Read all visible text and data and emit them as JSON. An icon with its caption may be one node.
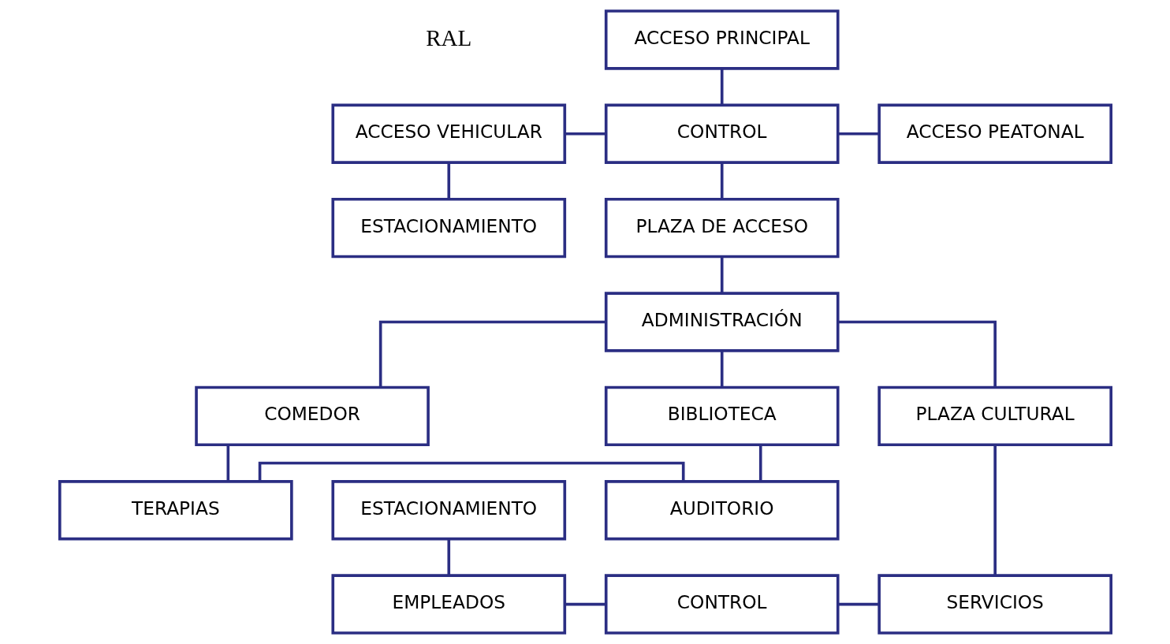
{
  "diagram": {
    "nodes": [
      {
        "text": [
          "ACCESO PRINCIPAL"
        ]
      },
      {
        "text": [
          "ACCESO VEHICULAR"
        ]
      },
      {
        "text": [
          "CONTROL"
        ]
      },
      {
        "text": [
          "ACCESO PEATONAL"
        ]
      },
      {
        "text": [
          "ESTACIONAMIENTO"
        ]
      },
      {
        "text": [
          "PLAZA DE ACCESO"
        ]
      },
      {
        "text": [
          "ADMINISTRACIÓN"
        ]
      },
      {
        "text": [
          "COMEDOR"
        ]
      },
      {
        "text": [
          "PLAZA CULTURAL"
        ]
      },
      {
        "text": [
          "BIBLIOTECA"
        ]
      },
      {
        "text": [
          "ESTACIONAMIENTO"
        ]
      },
      {
        "text": [
          "TERAPIAS"
        ]
      },
      {
        "text": [
          "AUDITORIO"
        ]
      },
      {
        "text": [
          "EMPLEADOS"
        ]
      },
      {
        "text": [
          "CONTROL"
        ]
      },
      {
        "text": [
          "SERVICIOS"
        ]
      }
    ],
    "edges": [
      {
        "from": 0,
        "to": 2,
        "arrow": "none"
      },
      {
        "from": 1,
        "to": 2,
        "arrow": "none"
      },
      {
        "from": 2,
        "to": 3,
        "arrow": "none"
      },
      {
        "from": 1,
        "to": 4,
        "arrow": "none"
      },
      {
        "from": 2,
        "to": 5,
        "arrow": "none"
      },
      {
        "from": 5,
        "to": 6,
        "arrow": "none"
      },
      {
        "from": 6,
        "to": 7,
        "arrow": "none"
      },
      {
        "from": 6,
        "to": 8,
        "arrow": "none"
      },
      {
        "from": 6,
        "to": 9,
        "arrow": "none"
      },
      {
        "from": 7,
        "to": 11,
        "arrow": "none"
      },
      {
        "from": 9,
        "to": 12,
        "arrow": "none"
      },
      {
        "from": 11,
        "to": 12,
        "arrow": "none"
      },
      {
        "from": 8,
        "to": 15,
        "arrow": "none"
      },
      {
        "from": 10,
        "to": 13,
        "arrow": "none"
      },
      {
        "from": 13,
        "to": 14,
        "arrow": "none"
      },
      {
        "from": 14,
        "to": 15,
        "arrow": "none"
      }
    ],
    "labels": [
      "RAL"
    ]
  }
}
